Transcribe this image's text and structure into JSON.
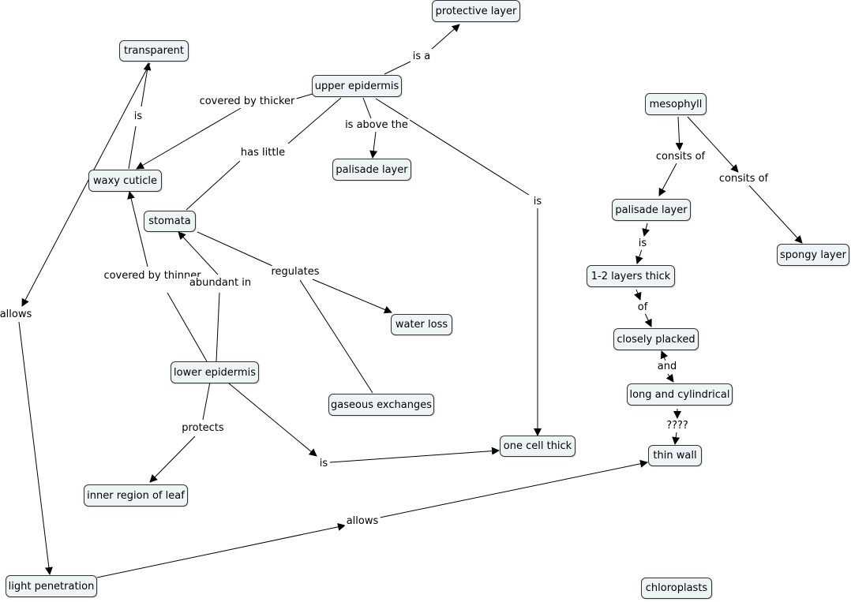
{
  "nodes": {
    "protective_layer": "protective layer",
    "transparent": "transparent",
    "upper_epidermis": "upper epidermis",
    "mesophyll": "mesophyll",
    "waxy_cuticle": "waxy cuticle",
    "palisade_layer_top": "palisade layer",
    "stomata": "stomata",
    "palisade_layer_right": "palisade layer",
    "spongy_layer": "spongy layer",
    "one_to_two_layers": "1-2 layers thick",
    "water_loss": "water loss",
    "closely_placked": "closely placked",
    "lower_epidermis": "lower epidermis",
    "long_and_cylindrical": "long and cylindrical",
    "gaseous_exchanges": "gaseous exchanges",
    "one_cell_thick": "one cell thick",
    "thin_wall": "thin wall",
    "inner_region": "inner region of leaf",
    "light_penetration": "light penetration",
    "chloroplasts": "chloroplasts"
  },
  "links": {
    "is_a": "is a",
    "covered_by_thicker": "covered by thicker",
    "is_transparent": "is",
    "is_above_the": "is above the",
    "has_little": "has little",
    "is_one_cell_upper": "is",
    "consits_of_1": "consits of",
    "consits_of_2": "consits of",
    "is_layers": "is",
    "of": "of",
    "and": "and",
    "qqqq": "????",
    "covered_by_thinner": "covered by thinner",
    "abundant_in": "abundant in",
    "regulates": "regulates",
    "allows_left": "allows",
    "protects": "protects",
    "is_one_cell_lower": "is",
    "allows_bottom": "allows"
  }
}
